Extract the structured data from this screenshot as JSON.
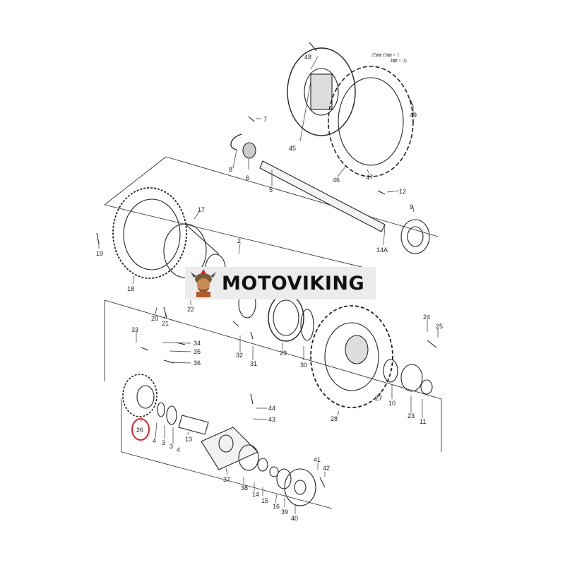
{
  "logo": {
    "text": "MOTOVIKING",
    "accent_color": "#d9251d"
  },
  "highlight": {
    "part": "26",
    "color": "#e0262b"
  },
  "note_lines": [
    "25㎜ (3㎜ × 1",
    "3㎜ × 2)"
  ],
  "callouts": [
    "48",
    "49",
    "46",
    "47",
    "45",
    "7",
    "8",
    "6",
    "5",
    "12",
    "9",
    "14A",
    "17",
    "19",
    "18",
    "2",
    "20",
    "21",
    "22",
    "33",
    "34",
    "35",
    "36",
    "24",
    "25",
    "32",
    "31",
    "29",
    "30",
    "27",
    "10",
    "23",
    "11",
    "28",
    "26",
    "4",
    "3",
    "3",
    "4",
    "13",
    "44",
    "43",
    "37",
    "38",
    "14",
    "15",
    "16",
    "39",
    "40",
    "41",
    "42"
  ]
}
